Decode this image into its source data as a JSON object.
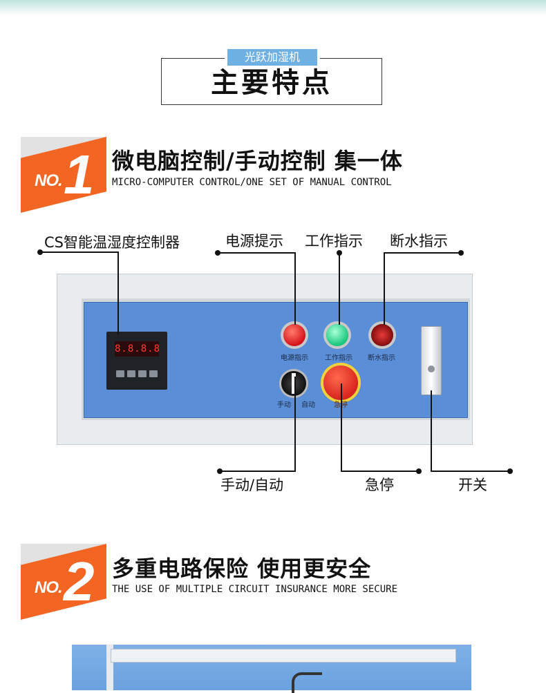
{
  "header": {
    "tag": "光跃加湿机",
    "title": "主要特点"
  },
  "sections": [
    {
      "badge_no": "NO.",
      "badge_num": "1",
      "title": "微电脑控制/手动控制 集一体",
      "subtitle": "MICRO-COMPUTER CONTROL/ONE SET OF MANUAL CONTROL"
    },
    {
      "badge_no": "NO.",
      "badge_num": "2",
      "title": "多重电路保险 使用更安全",
      "subtitle": "THE USE OF MULTIPLE CIRCUIT INSURANCE MORE SECURE"
    }
  ],
  "callouts": {
    "controller": "CS智能温湿度控制器",
    "power": "电源提示",
    "work": "工作指示",
    "water_cut": "断水指示",
    "manual_auto": "手动/自动",
    "estop": "急停",
    "switch": "开关"
  },
  "panel": {
    "controller_display": "8.8.8.8",
    "plate_power": "电源指示",
    "plate_work": "工作指示",
    "plate_water": "断水指示",
    "plate_manual": "手动",
    "plate_auto": "自动",
    "plate_estop": "急停"
  },
  "colors": {
    "accent_orange": "#f26522",
    "tag_blue": "#6fb0e3",
    "panel_blue": "#5a8fd8"
  }
}
